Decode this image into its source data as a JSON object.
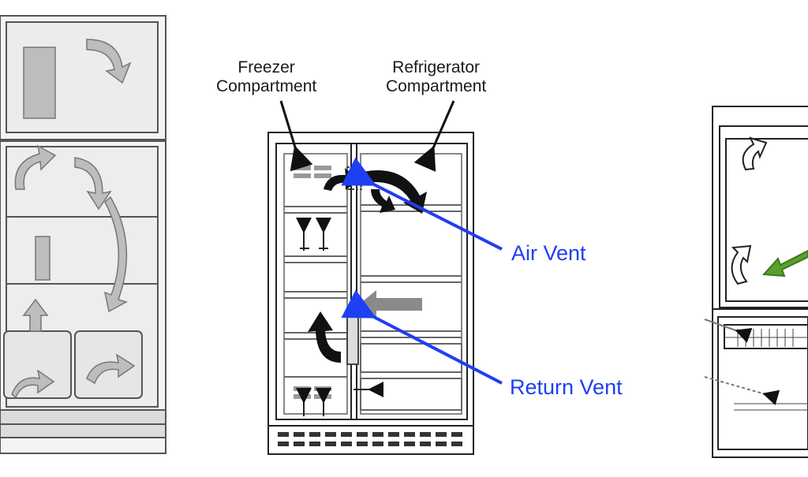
{
  "labels": {
    "freezer": "Freezer\nCompartment",
    "refrigerator": "Refrigerator\nCompartment",
    "air_vent": "Air Vent",
    "return_vent": "Return Vent"
  },
  "colors": {
    "callout": "#1f3ff2",
    "line": "#222222",
    "green_arrow": "#5aa02c",
    "gray_arrow": "#9a9a9a",
    "dark_arrow": "#1a1a1a"
  }
}
